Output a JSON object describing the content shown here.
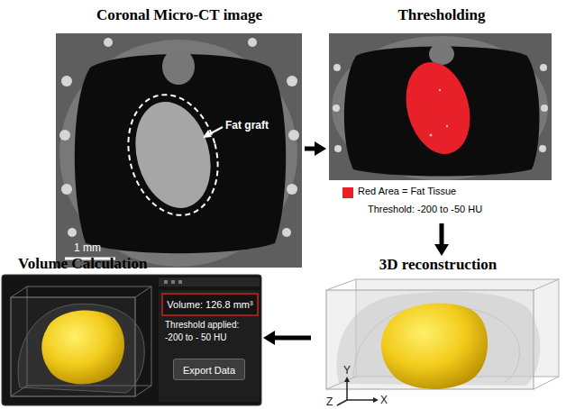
{
  "diagram": {
    "nodes": [
      {
        "text": [
          "Coronal Micro-CT image"
        ]
      },
      {
        "text": [
          "Thresholding"
        ]
      },
      {
        "text": [
          "3D reconstruction"
        ]
      },
      {
        "text": [
          "Volume Calculation"
        ]
      },
      {
        "text": [
          "Volume: 126.8 mm³"
        ],
        "in": 3
      },
      {
        "text": [
          "Export Data"
        ],
        "in": 3
      }
    ],
    "edges": [
      {
        "from": 0,
        "to": 1,
        "arrow": "to"
      },
      {
        "from": 1,
        "to": 2,
        "arrow": "to"
      },
      {
        "from": 2,
        "to": 3,
        "arrow": "to"
      }
    ],
    "labels": [
      "Fat graft",
      "1 mm",
      "Threshold: -200 to -50 HU",
      "Y",
      "Z",
      "X",
      "Threshold applied:",
      "-200 to - 50 HU"
    ],
    "legend": [
      {
        "text": "Red Area = Fat Tissue",
        "color": "#e8202a"
      }
    ]
  }
}
